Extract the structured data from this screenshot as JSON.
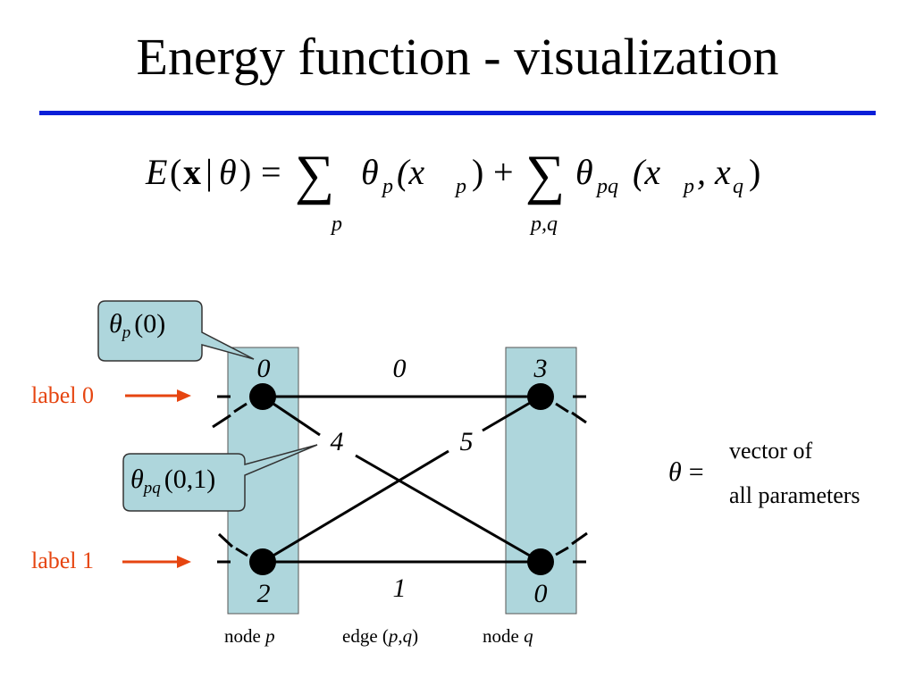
{
  "slide": {
    "title": "Energy function - visualization",
    "accent_color": "#0a1fd8"
  },
  "equation": {
    "lhs_E": "E",
    "lhs_paren_open": "(",
    "lhs_x": "x",
    "lhs_bar": "|",
    "lhs_theta": "θ",
    "lhs_paren_close": ")",
    "equals": "=",
    "sum_symbol": "∑",
    "theta": "θ",
    "unary_sub": "p",
    "unary_arg": "(x",
    "unary_arg_sub": "p",
    "unary_close": ")",
    "plus": "+",
    "pair_sub": "pq",
    "pair_arg": "(x",
    "pair_arg_sub1": "p",
    "pair_comma": ", x",
    "pair_arg_sub2": "q",
    "pair_close": ")",
    "sum1_index": "p",
    "sum2_index": "p,q"
  },
  "diagram": {
    "labels": {
      "label0": "label 0",
      "label1": "label 1",
      "label_color": "#e64510"
    },
    "unary_values": {
      "p_label0": "0",
      "p_label1": "2",
      "q_label0": "3",
      "q_label1": "0"
    },
    "pairwise_values": {
      "edge_00": "0",
      "edge_01": "4",
      "edge_10": "5",
      "edge_11": "1"
    },
    "callouts": {
      "unary": {
        "theta": "θ",
        "sub": "p",
        "arg": "(0)"
      },
      "pairwise": {
        "theta": "θ",
        "sub": "pq",
        "arg": "(0,1)"
      },
      "fill_color": "#aed6dc"
    },
    "captions": {
      "node_p_prefix": "node ",
      "node_p_var": "p",
      "edge_prefix": "edge (",
      "edge_var_p": "p",
      "edge_comma": ",",
      "edge_var_q": "q",
      "edge_suffix": ")",
      "node_q_prefix": "node ",
      "node_q_var": "q"
    },
    "column_fill": "#aed6dc"
  },
  "definition": {
    "theta": "θ",
    "equals": "=",
    "line1": "vector of",
    "line2": "all parameters"
  }
}
